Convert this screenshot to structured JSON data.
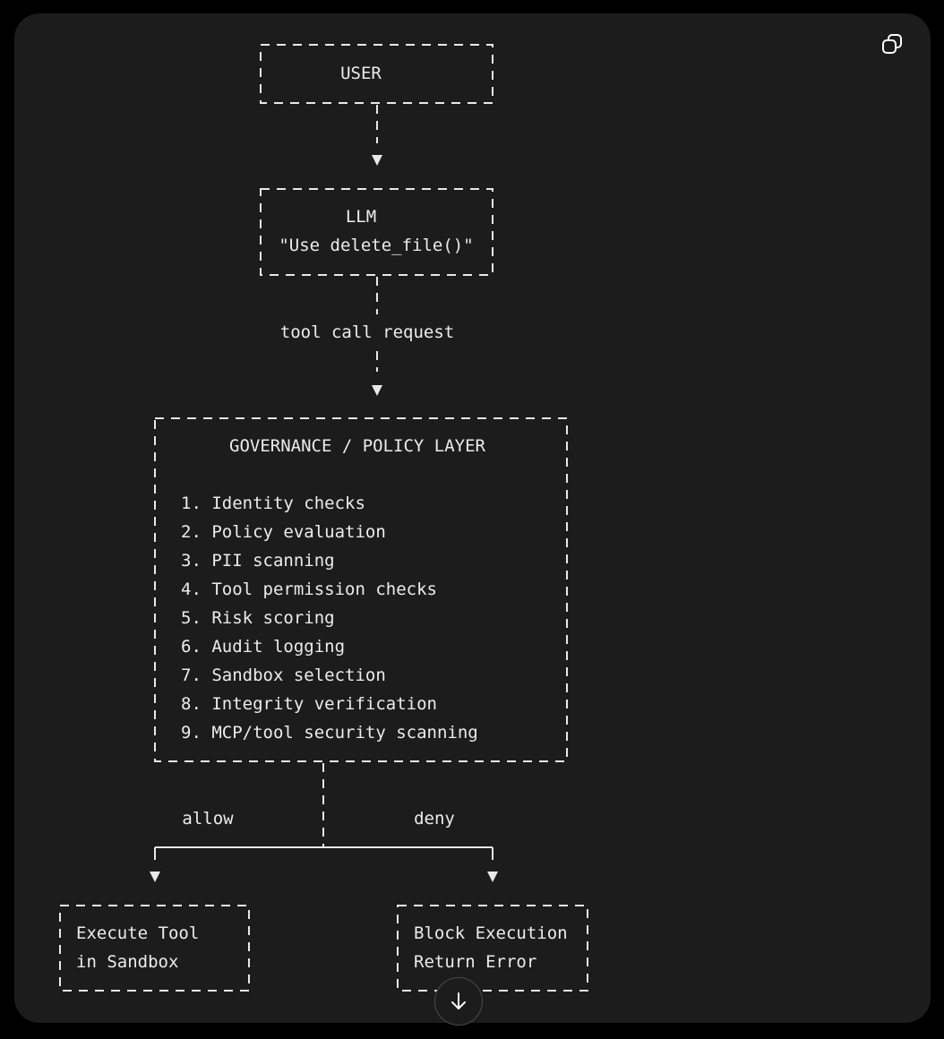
{
  "colors": {
    "page_background": "#000000",
    "panel_background": "#1c1c1c",
    "line": "#e8e8e8",
    "text": "#ececec"
  },
  "icons": {
    "copy": "copy-icon",
    "scroll": "arrow-down-icon"
  },
  "diagram": {
    "user_box": {
      "label": "USER"
    },
    "llm_box": {
      "title": "LLM",
      "subtitle": "\"Use delete_file()\""
    },
    "edge_llm_to_policy": "tool call request",
    "policy_box": {
      "title": "GOVERNANCE / POLICY LAYER",
      "items": [
        "1. Identity checks",
        "2. Policy evaluation",
        "3. PII scanning",
        "4. Tool permission checks",
        "5. Risk scoring",
        "6. Audit logging",
        "7. Sandbox selection",
        "8. Integrity verification",
        "9. MCP/tool security scanning"
      ]
    },
    "branch_allow": "allow",
    "branch_deny": "deny",
    "execute_box": {
      "line1": "Execute Tool",
      "line2": "in Sandbox"
    },
    "block_box": {
      "line1": "Block Execution",
      "line2": "Return Error"
    }
  }
}
